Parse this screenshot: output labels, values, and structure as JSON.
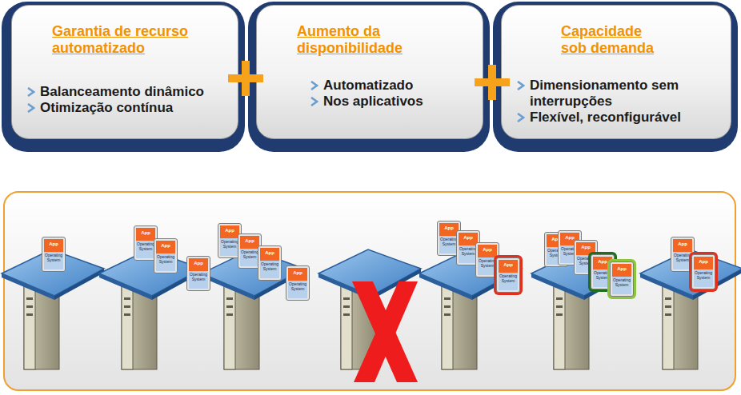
{
  "diagram": {
    "nodes": [
      {
        "text": [
          "Garantia de recurso automatizado",
          "Balanceamento dinâmico",
          "Otimização contínua"
        ]
      },
      {
        "text": [
          "Aumento da disponibilidade",
          "Automatizado",
          "Nos aplicativos"
        ]
      },
      {
        "text": [
          "Capacidade sob demanda",
          "Dimensionamento sem interrupções",
          "Flexível, reconfigurável"
        ]
      },
      {
        "text": [
          "App",
          "Operating System"
        ]
      },
      {
        "text": [
          "App",
          "Operating System"
        ]
      },
      {
        "text": [
          "App",
          "Operating System"
        ]
      },
      {
        "text": [
          "App",
          "Operating System"
        ]
      },
      {
        "text": [
          "App",
          "Operating System"
        ]
      },
      {
        "text": [
          "App",
          "Operating System"
        ]
      },
      {
        "text": [
          "App",
          "Operating System"
        ]
      },
      {
        "text": [
          "App",
          "Operating System"
        ]
      },
      {
        "text": [
          "App",
          "Operating System"
        ]
      },
      {
        "text": [
          "App",
          "Operating System"
        ]
      },
      {
        "text": [
          "App",
          "Operating System"
        ]
      },
      {
        "text": [
          "App",
          "Operating System"
        ]
      },
      {
        "text": [
          "App",
          "Operating System"
        ]
      },
      {
        "text": [
          "App",
          "Operating System"
        ]
      },
      {
        "text": [
          "App",
          "Operating System"
        ]
      },
      {
        "text": [
          "App",
          "Operating System"
        ]
      },
      {
        "text": [
          "App",
          "Operating System"
        ]
      },
      {
        "text": [
          "App",
          "Operating System"
        ]
      },
      {
        "text": [
          "App",
          "Operating System"
        ]
      }
    ]
  }
}
